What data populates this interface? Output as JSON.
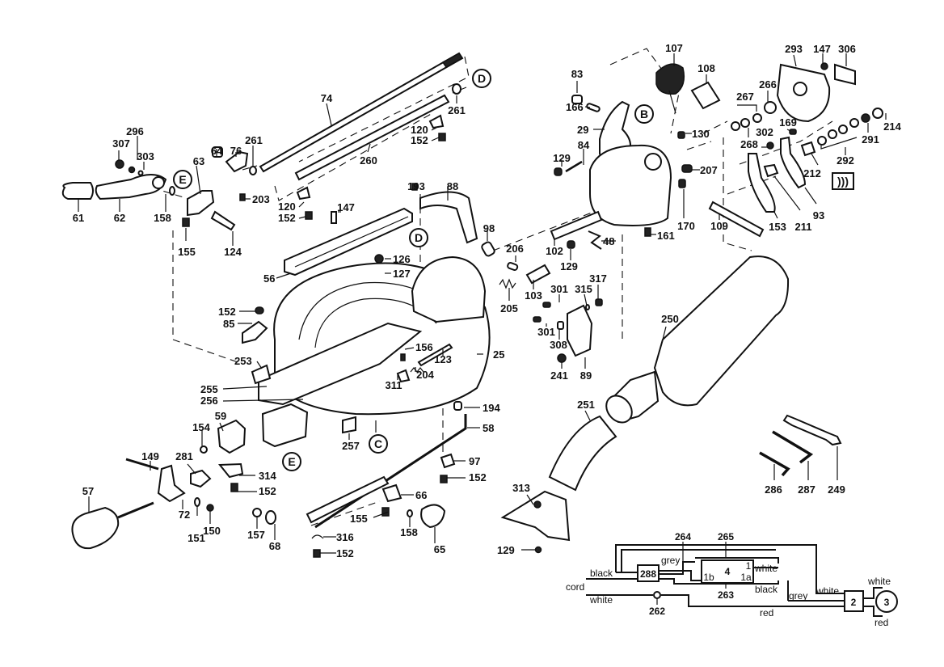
{
  "diagram": {
    "type": "exploded-parts-diagram",
    "subject": "miter saw",
    "reference_markers": [
      "B",
      "C",
      "D",
      "D",
      "E",
      "E"
    ],
    "parts": {
      "p61": "61",
      "p62": "62",
      "p158a": "158",
      "p307": "307",
      "p296": "296",
      "p303": "303",
      "p63": "63",
      "p155a": "155",
      "p124": "124",
      "p64": "64",
      "p76": "76",
      "p261a": "261",
      "p203": "203",
      "p74": "74",
      "p260": "260",
      "p261b": "261",
      "p120a": "120",
      "p152a": "152",
      "p120b": "120",
      "p152b": "152",
      "p147a": "147",
      "p193": "193",
      "p88": "88",
      "p98": "98",
      "p56": "56",
      "p126": "126",
      "p127": "127",
      "p152c": "152",
      "p85": "85",
      "p253": "253",
      "p255": "255",
      "p256": "256",
      "p25": "25",
      "p156": "156",
      "p123": "123",
      "p204": "204",
      "p311": "311",
      "p194": "194",
      "p58": "58",
      "p257": "257",
      "p97": "97",
      "p152d": "152",
      "p154": "154",
      "p59": "59",
      "p149": "149",
      "p281": "281",
      "p314": "314",
      "p152e": "152",
      "p57": "57",
      "p72": "72",
      "p151": "151",
      "p150": "150",
      "p157": "157",
      "p68": "68",
      "p66": "66",
      "p155b": "155",
      "p158b": "158",
      "p65": "65",
      "p316": "316",
      "p152f": "152",
      "p83": "83",
      "p166": "166",
      "p107": "107",
      "p108": "108",
      "p29": "29",
      "p130": "130",
      "p129a": "129",
      "p84": "84",
      "p207": "207",
      "p170": "170",
      "p161": "161",
      "p109": "109",
      "p102": "102",
      "p129b": "129",
      "p48": "48",
      "p206": "206",
      "p103": "103",
      "p205": "205",
      "p301a": "301",
      "p315": "315",
      "p317": "317",
      "p301b": "301",
      "p308": "308",
      "p241": "241",
      "p89": "89",
      "p293": "293",
      "p147b": "147",
      "p306": "306",
      "p266": "266",
      "p267": "267",
      "p268": "268",
      "p302": "302",
      "p169": "169",
      "p214": "214",
      "p291": "291",
      "p292": "292",
      "p212": "212",
      "p93": "93",
      "p153": "153",
      "p211": "211",
      "p250": "250",
      "p251": "251",
      "p313": "313",
      "p129c": "129",
      "p286": "286",
      "p287": "287",
      "p249": "249"
    },
    "wiring": {
      "components": {
        "c288": "288",
        "c4": "4",
        "c2": "2",
        "c3": "3",
        "c264": "264",
        "c265": "265",
        "c263": "263",
        "c262": "262"
      },
      "terminals": {
        "t1": "1",
        "t1a": "1a",
        "t1b": "1b"
      },
      "wire_labels": {
        "black_in": "black",
        "cord": "cord",
        "white_in": "white",
        "grey_a": "grey",
        "white_sw": "white",
        "black_sw": "black",
        "grey_b": "grey",
        "white_c": "white",
        "white_motor": "white",
        "red_line": "red",
        "red_motor": "red"
      }
    }
  }
}
